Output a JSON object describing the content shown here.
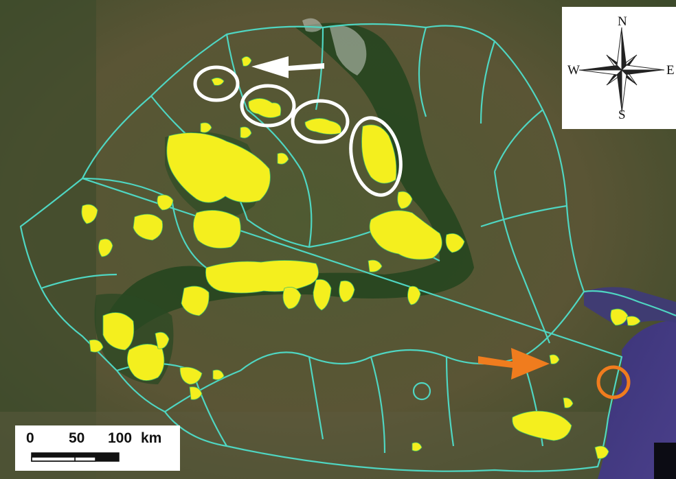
{
  "compass": {
    "north": "N",
    "south": "S",
    "west": "W",
    "east": "E",
    "icon": "compass-rose-icon"
  },
  "scale_bar": {
    "tick_0": "0",
    "tick_1": "50",
    "tick_2": "100",
    "unit": "km"
  },
  "colors": {
    "highlighted_areas": "#f4ef1e",
    "boundaries": "#4fd6c2",
    "sea": "#4a3f8a",
    "white_markers": "#ffffff",
    "orange_markers": "#f07c1e"
  }
}
